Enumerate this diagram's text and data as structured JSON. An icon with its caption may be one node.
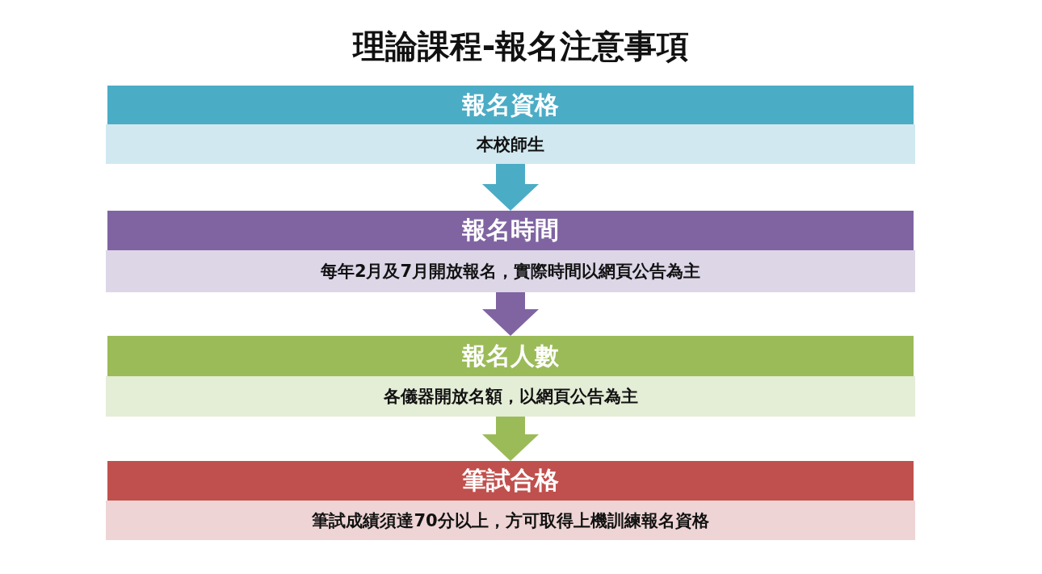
{
  "diagram": {
    "title": "理論課程-報名注意事項",
    "nodes": [
      {
        "text": [
          "報名資格",
          "本校師生"
        ]
      },
      {
        "text": [
          "報名時間",
          "每年2月及7月開放報名，實際時間以網頁公告為主"
        ]
      },
      {
        "text": [
          "報名人數",
          "各儀器開放名額，以網頁公告為主"
        ]
      },
      {
        "text": [
          "筆試合格",
          "筆試成績須達70分以上，方可取得上機訓練報名資格"
        ]
      }
    ],
    "edges": [
      {
        "from": 0,
        "to": 1,
        "arrow": "to",
        "color": "#4bacc6"
      },
      {
        "from": 1,
        "to": 2,
        "arrow": "to",
        "color": "#8064a2"
      },
      {
        "from": 2,
        "to": 3,
        "arrow": "to",
        "color": "#9bbb59"
      }
    ]
  }
}
